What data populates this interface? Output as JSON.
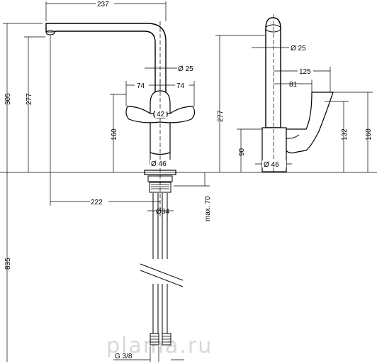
{
  "dimensions": {
    "top_width": "237",
    "height_305": "305",
    "height_277_left": "277",
    "diam_25_front": "Ø 25",
    "half_74_left": "74",
    "half_74_right": "74",
    "diam_42": "42",
    "height_160_front": "160",
    "diam_46_front": "Ø 46",
    "reach_222": "222",
    "diam_34": "Ø34",
    "max_70": "max. 70",
    "height_835": "835",
    "thread": "G 3/8",
    "diam_25_side": "Ø 25",
    "side_125": "125",
    "side_81": "81",
    "height_277_side": "277",
    "side_132": "132",
    "height_160_side": "160",
    "side_90": "90",
    "diam_46_side": "Ø 46"
  },
  "watermark": "plama.ru"
}
